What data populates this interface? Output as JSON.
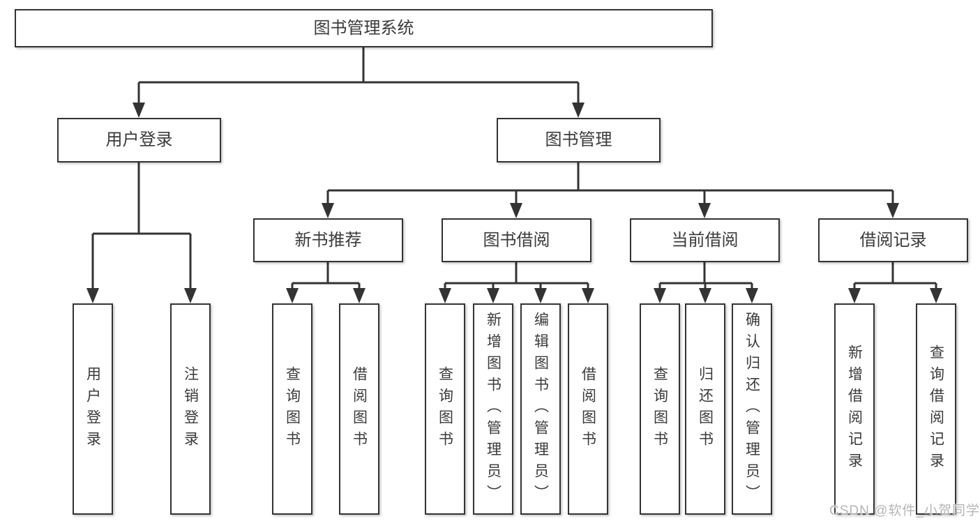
{
  "diagram": {
    "root": "图书管理系统",
    "branches": [
      {
        "label": "用户登录",
        "children": [
          "用户登录",
          "注销登录"
        ]
      },
      {
        "label": "图书管理",
        "groups": [
          {
            "label": "新书推荐",
            "children": [
              "查询图书",
              "借阅图书"
            ]
          },
          {
            "label": "图书借阅",
            "children": [
              "查询图书",
              "新增图书（管理员）",
              "编辑图书（管理员）",
              "借阅图书"
            ]
          },
          {
            "label": "当前借阅",
            "children": [
              "查询图书",
              "归还图书",
              "确认归还（管理员）"
            ]
          },
          {
            "label": "借阅记录",
            "children": [
              "新增借阅记录",
              "查询借阅记录"
            ]
          }
        ]
      }
    ]
  },
  "watermark": {
    "text": "CSDN @软件_小贺同学"
  },
  "colors": {
    "line": "#333333",
    "text": "#3a3a3a",
    "box_fill": "#ffffff",
    "watermark": "#b5b5b5"
  }
}
